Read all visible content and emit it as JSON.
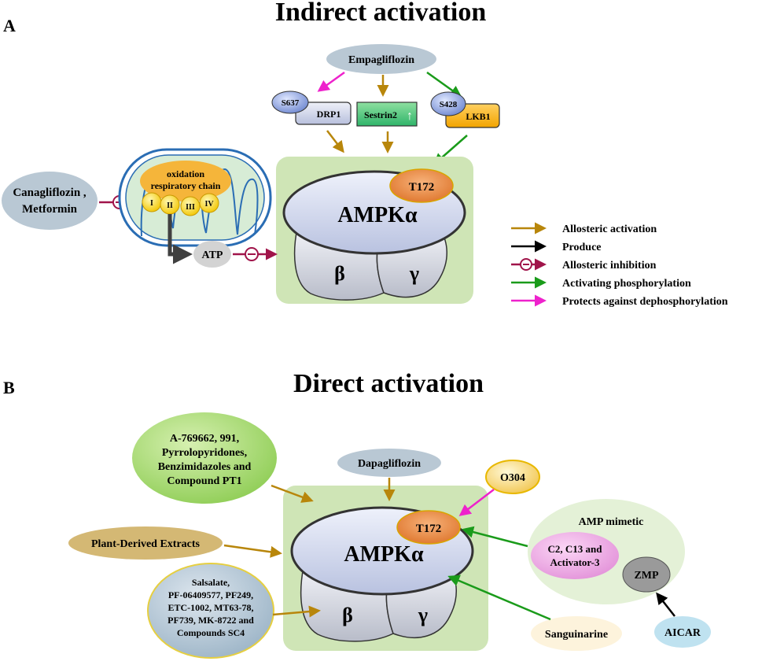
{
  "panel_a": {
    "letter": "A",
    "title": "Indirect activation",
    "empagliflozin": "Empagliflozin",
    "s637": "S637",
    "drp1": "DRP1",
    "sestrin2": "Sestrin2",
    "sestrin2_arrow": "↑",
    "s428": "S428",
    "lkb1": "LKB1",
    "canagliflozin_line1": "Canagliflozin ,",
    "canagliflozin_line2": "Metformin",
    "mito_line1": "oxidation",
    "mito_line2": "respiratory chain",
    "complex_i": "I",
    "complex_ii": "II",
    "complex_iii": "III",
    "complex_iv": "IV",
    "atp": "ATP",
    "t172": "T172",
    "ampk_alpha": "AMPKα",
    "beta": "β",
    "gamma": "γ"
  },
  "legend": {
    "items": [
      {
        "label": "Allosteric activation",
        "color": "#b8860b",
        "type": "arrow"
      },
      {
        "label": "Produce",
        "color": "#000000",
        "type": "arrow"
      },
      {
        "label": "Allosteric inhibition",
        "color": "#a0144a",
        "type": "inhibit"
      },
      {
        "label": "Activating phosphorylation",
        "color": "#1a9b1a",
        "type": "arrow"
      },
      {
        "label": "Protects against dephosphorylation",
        "color": "#ee22cc",
        "type": "arrow"
      }
    ]
  },
  "panel_b": {
    "letter": "B",
    "title": "Direct activation",
    "green_line1": "A-769662, 991,",
    "green_line2": "Pyrrolopyridones,",
    "green_line3": "Benzimidazoles and",
    "green_line4": "Compound PT1",
    "dapagliflozin": "Dapagliflozin",
    "o304": "O304",
    "plant": "Plant-Derived Extracts",
    "salsalate_line1": "Salsalate,",
    "salsalate_line2": "PF-06409577, PF249,",
    "salsalate_line3": "ETC-1002, MT63-78,",
    "salsalate_line4": "PF739, MK-8722 and",
    "salsalate_line5": "Compounds SC4",
    "amp_mimetic": "AMP mimetic",
    "c2_line1": "C2, C13 and",
    "c2_line2": "Activator-3",
    "zmp": "ZMP",
    "aicar": "AICAR",
    "sanguinarine": "Sanguinarine",
    "t172": "T172",
    "ampk_alpha": "AMPKα",
    "beta": "β",
    "gamma": "γ"
  }
}
